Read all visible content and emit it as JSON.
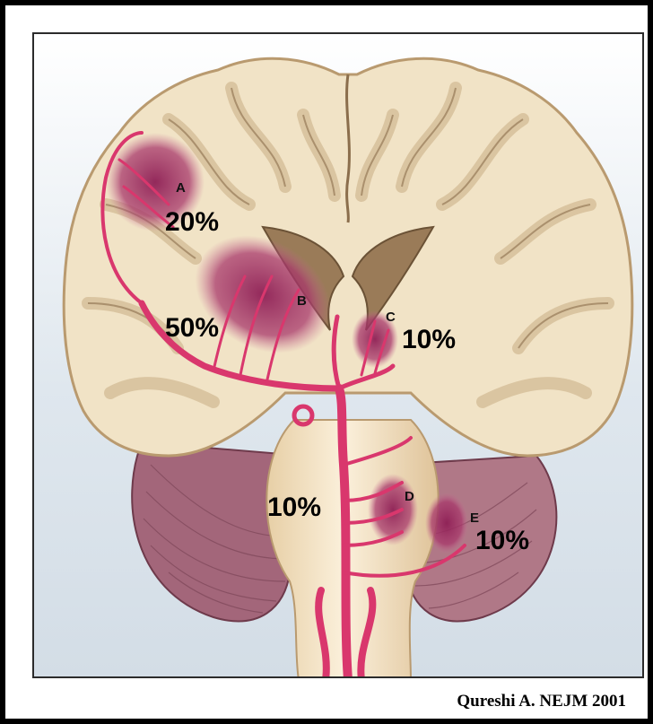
{
  "regions": [
    {
      "id": "A",
      "letter": "A",
      "percent": "20%"
    },
    {
      "id": "B",
      "letter": "B",
      "percent": "50%"
    },
    {
      "id": "C",
      "letter": "C",
      "percent": "10%"
    },
    {
      "id": "D",
      "letter": "D",
      "percent": "10%"
    },
    {
      "id": "E",
      "letter": "E",
      "percent": "10%"
    }
  ],
  "citation": "Qureshi A. NEJM 2001",
  "colors": {
    "brain_tissue": "#f1e3c6",
    "cortex_edge": "#d8c19a",
    "artery": "#d9376d",
    "hemorrhage": "#9b2a5e",
    "cerebellum": "#a3667a",
    "ventricle": "#9a7b58",
    "brainstem": "#efd9b3"
  }
}
